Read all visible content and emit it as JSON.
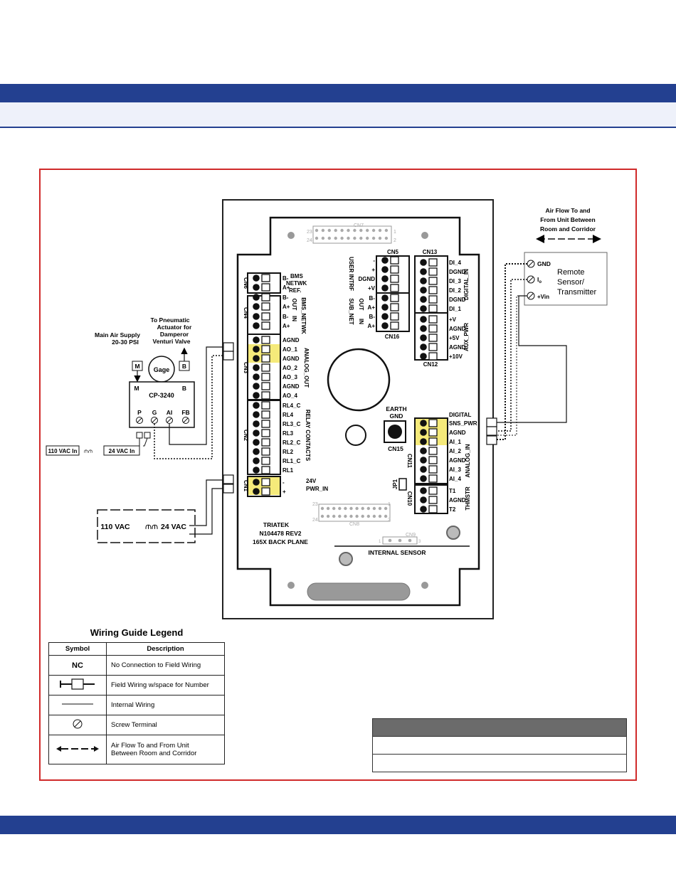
{
  "actuator": {
    "supply_label_1": "Main Air Supply",
    "supply_label_2": "20-30 PSI",
    "pneumatic_label_1": "To Pneumatic",
    "pneumatic_label_2": "Actuator for",
    "pneumatic_label_3": "Damperor",
    "pneumatic_label_4": "Venturi Valve",
    "port_m": "M",
    "port_b": "B",
    "gage": "Gage",
    "model": "CP-3240",
    "terminals": [
      "P",
      "G",
      "AI",
      "FB"
    ],
    "transformer_in": "110 VAC In",
    "transformer_out": "24 VAC In"
  },
  "power_transformer": {
    "primary": "110 VAC",
    "secondary": "24 VAC"
  },
  "airflow": {
    "line_1": "Air Flow To and",
    "line_2": "From Unit Between",
    "line_3": "Room and Corridor"
  },
  "sensor": {
    "pins": [
      "GND",
      "I",
      "+Vin"
    ],
    "pin_io_sub": "o",
    "name_1": "Remote",
    "name_2": "Sensor/",
    "name_3": "Transmitter"
  },
  "board": {
    "title_1": "TRIATEK",
    "title_2": "N104478 REV2",
    "title_3": "165X BACK PLANE",
    "cn7": {
      "label": "CN7",
      "pin_left_top": "23",
      "pin_left_bot": "24",
      "pin_right_top": "1",
      "pin_right_bot": "2"
    },
    "cn8": {
      "label": "CN8",
      "pin_left_top": "23",
      "pin_left_bot": "24",
      "pin_right_top": "1",
      "pin_right_bot": "2"
    },
    "cn9": {
      "label": "CN9",
      "pin_left": "1",
      "pin_right": "3"
    },
    "internal_sensor": "INTERNAL SENSOR",
    "earth_gnd_1": "EARTH",
    "earth_gnd_2": "GND",
    "cn15": "CN15",
    "jp1": "JP1",
    "cn6": {
      "label": "CN6",
      "pins": [
        "B-",
        "A+"
      ],
      "group_1": "BMS",
      "group_2": "NETWK",
      "group_3": "REF.",
      "group_4": "OUT"
    },
    "cn4": {
      "label": "CN4",
      "pins": [
        "B-",
        "A+"
      ],
      "group_1": "IN",
      "group_2": "BMS_NETWK"
    },
    "cn3": {
      "label": "CN3",
      "pins": [
        "AGND",
        "AO_1",
        "AGND",
        "AO_2",
        "AO_3",
        "AGND",
        "AO_4"
      ],
      "group": "ANALOG_OUT"
    },
    "cn2": {
      "label": "CN2",
      "pins": [
        "RL4_C",
        "RL4",
        "RL3_C",
        "RL3",
        "RL2_C",
        "RL2",
        "RL1_C",
        "RL1"
      ],
      "group": "RELAY CONTACTS"
    },
    "cn1": {
      "label": "CN1",
      "pins": [
        "-",
        "+"
      ],
      "group_1": "24V",
      "group_2": "PWR_IN"
    },
    "cn5": {
      "label": "CN5",
      "pins": [
        "-",
        "+",
        "DGND",
        "+V"
      ],
      "group": "USER INTRF"
    },
    "cn16": {
      "label": "CN16",
      "pins": [
        "B-",
        "A+",
        "B-",
        "A+"
      ],
      "group_1": "OUT",
      "group_2": "IN",
      "group_3": "SUB_NET"
    },
    "cn13": {
      "label": "CN13",
      "pins": [
        "DI_4",
        "DGND",
        "DI_3",
        "DI_2",
        "DGND",
        "DI_1"
      ],
      "group": "DIGITAL_IN"
    },
    "cn12": {
      "label": "CN12",
      "pins": [
        "+V",
        "AGND",
        "+5V",
        "AGND",
        "+10V"
      ],
      "group": "AUX_PWR"
    },
    "digital_label": "DIGITAL",
    "cn11": {
      "label": "CN11",
      "pins": [
        "SNS_PWR",
        "AGND",
        "AI_1",
        "AI_2",
        "AGND",
        "AI_3",
        "AI_4"
      ],
      "group": "ANALOG_IN"
    },
    "cn10": {
      "label": "CN10",
      "pins": [
        "T1",
        "AGND",
        "T2"
      ],
      "group": "THMSTR"
    }
  },
  "legend": {
    "title": "Wiring Guide Legend",
    "col_symbol": "Symbol",
    "col_description": "Description",
    "rows": [
      {
        "symbol": "NC",
        "description": "No Connection to Field Wiring"
      },
      {
        "symbol": "field-wiring-box-icon",
        "description": "Field Wiring w/space for Number"
      },
      {
        "symbol": "internal-wiring-line-icon",
        "description": "Internal Wiring"
      },
      {
        "symbol": "screw-terminal-icon",
        "description": "Screw Terminal"
      },
      {
        "symbol": "airflow-arrow-icon",
        "description_1": "Air Flow To and From Unit",
        "description_2": "Between Room and Corridor"
      }
    ]
  },
  "colors": {
    "band": "#234090",
    "frame": "#d02a2a",
    "highlight": "#f5ea7a"
  }
}
